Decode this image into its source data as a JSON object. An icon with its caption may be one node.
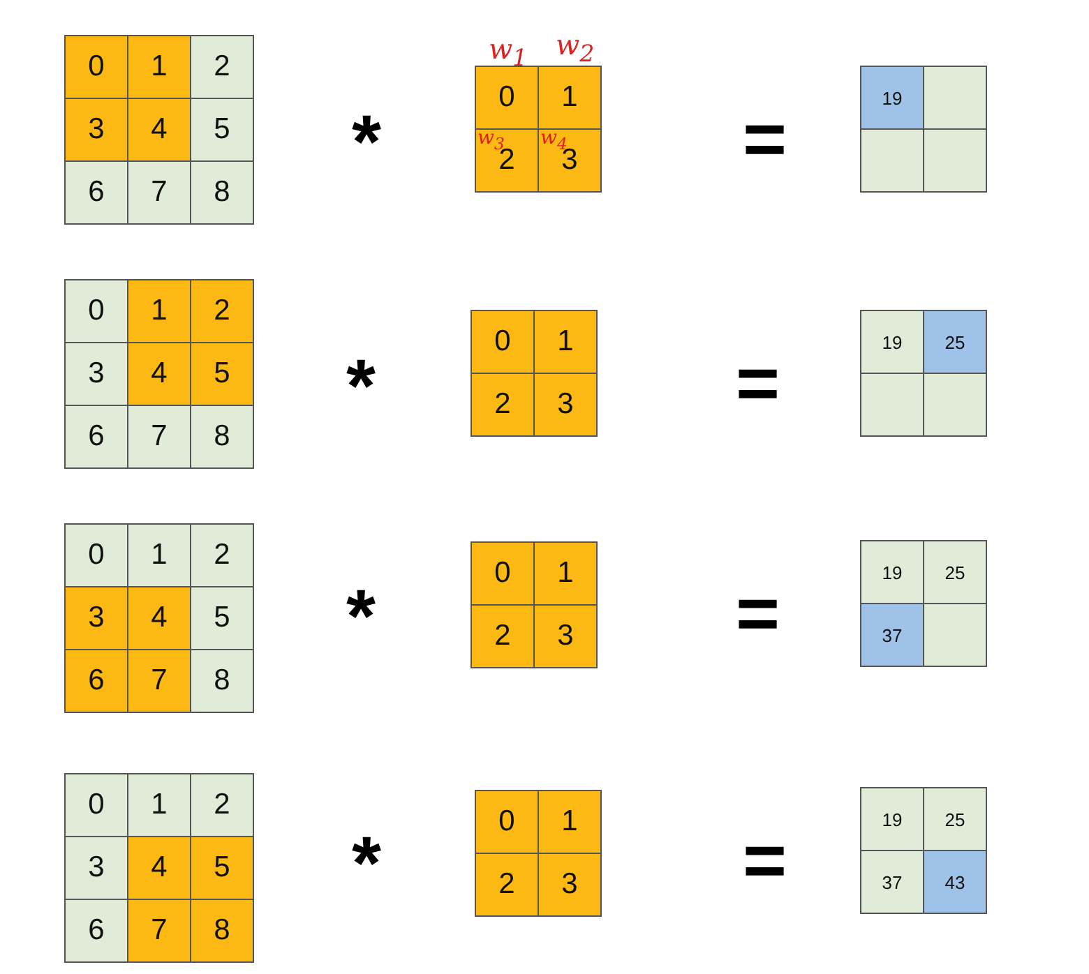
{
  "diagram": {
    "nodes": [
      {
        "text": [
          "0"
        ]
      },
      {
        "text": [
          "1"
        ]
      },
      {
        "text": [
          "2"
        ]
      },
      {
        "text": [
          "3"
        ]
      },
      {
        "text": [
          "4"
        ]
      },
      {
        "text": [
          "5"
        ]
      },
      {
        "text": [
          "6"
        ]
      },
      {
        "text": [
          "7"
        ]
      },
      {
        "text": [
          "8"
        ]
      },
      {
        "text": [
          "0"
        ]
      },
      {
        "text": [
          "1"
        ]
      },
      {
        "text": [
          "2"
        ]
      },
      {
        "text": [
          "3"
        ]
      },
      {
        "text": [
          "19"
        ]
      },
      {
        "text": [],
        "shape": "box"
      },
      {
        "text": [],
        "shape": "box"
      },
      {
        "text": [],
        "shape": "box"
      },
      {
        "text": [
          "0"
        ]
      },
      {
        "text": [
          "1"
        ]
      },
      {
        "text": [
          "2"
        ]
      },
      {
        "text": [
          "3"
        ]
      },
      {
        "text": [
          "4"
        ]
      },
      {
        "text": [
          "5"
        ]
      },
      {
        "text": [
          "6"
        ]
      },
      {
        "text": [
          "7"
        ]
      },
      {
        "text": [
          "8"
        ]
      },
      {
        "text": [
          "0"
        ]
      },
      {
        "text": [
          "1"
        ]
      },
      {
        "text": [
          "2"
        ]
      },
      {
        "text": [
          "3"
        ]
      },
      {
        "text": [
          "19"
        ]
      },
      {
        "text": [
          "25"
        ]
      },
      {
        "text": [],
        "shape": "box"
      },
      {
        "text": [],
        "shape": "box"
      },
      {
        "text": [
          "0"
        ]
      },
      {
        "text": [
          "1"
        ]
      },
      {
        "text": [
          "2"
        ]
      },
      {
        "text": [
          "3"
        ]
      },
      {
        "text": [
          "4"
        ]
      },
      {
        "text": [
          "5"
        ]
      },
      {
        "text": [
          "6"
        ]
      },
      {
        "text": [
          "7"
        ]
      },
      {
        "text": [
          "8"
        ]
      },
      {
        "text": [
          "0"
        ]
      },
      {
        "text": [
          "1"
        ]
      },
      {
        "text": [
          "2"
        ]
      },
      {
        "text": [
          "3"
        ]
      },
      {
        "text": [
          "19"
        ]
      },
      {
        "text": [
          "25"
        ]
      },
      {
        "text": [
          "37"
        ]
      },
      {
        "text": [],
        "shape": "box"
      },
      {
        "text": [
          "0"
        ]
      },
      {
        "text": [
          "1"
        ]
      },
      {
        "text": [
          "2"
        ]
      },
      {
        "text": [
          "3"
        ]
      },
      {
        "text": [
          "4"
        ]
      },
      {
        "text": [
          "5"
        ]
      },
      {
        "text": [
          "6"
        ]
      },
      {
        "text": [
          "7"
        ]
      },
      {
        "text": [
          "8"
        ]
      },
      {
        "text": [
          "0"
        ]
      },
      {
        "text": [
          "1"
        ]
      },
      {
        "text": [
          "2"
        ]
      },
      {
        "text": [
          "3"
        ]
      },
      {
        "text": [
          "19"
        ]
      },
      {
        "text": [
          "25"
        ]
      },
      {
        "text": [
          "37"
        ]
      },
      {
        "text": [
          "43"
        ]
      }
    ],
    "labels": [
      "w$_{1}$",
      "w$_{2}$",
      "w$_{3}$",
      "w$_{4}$",
      "*",
      "=",
      "*",
      "=",
      "*",
      "=",
      "*",
      "="
    ]
  }
}
